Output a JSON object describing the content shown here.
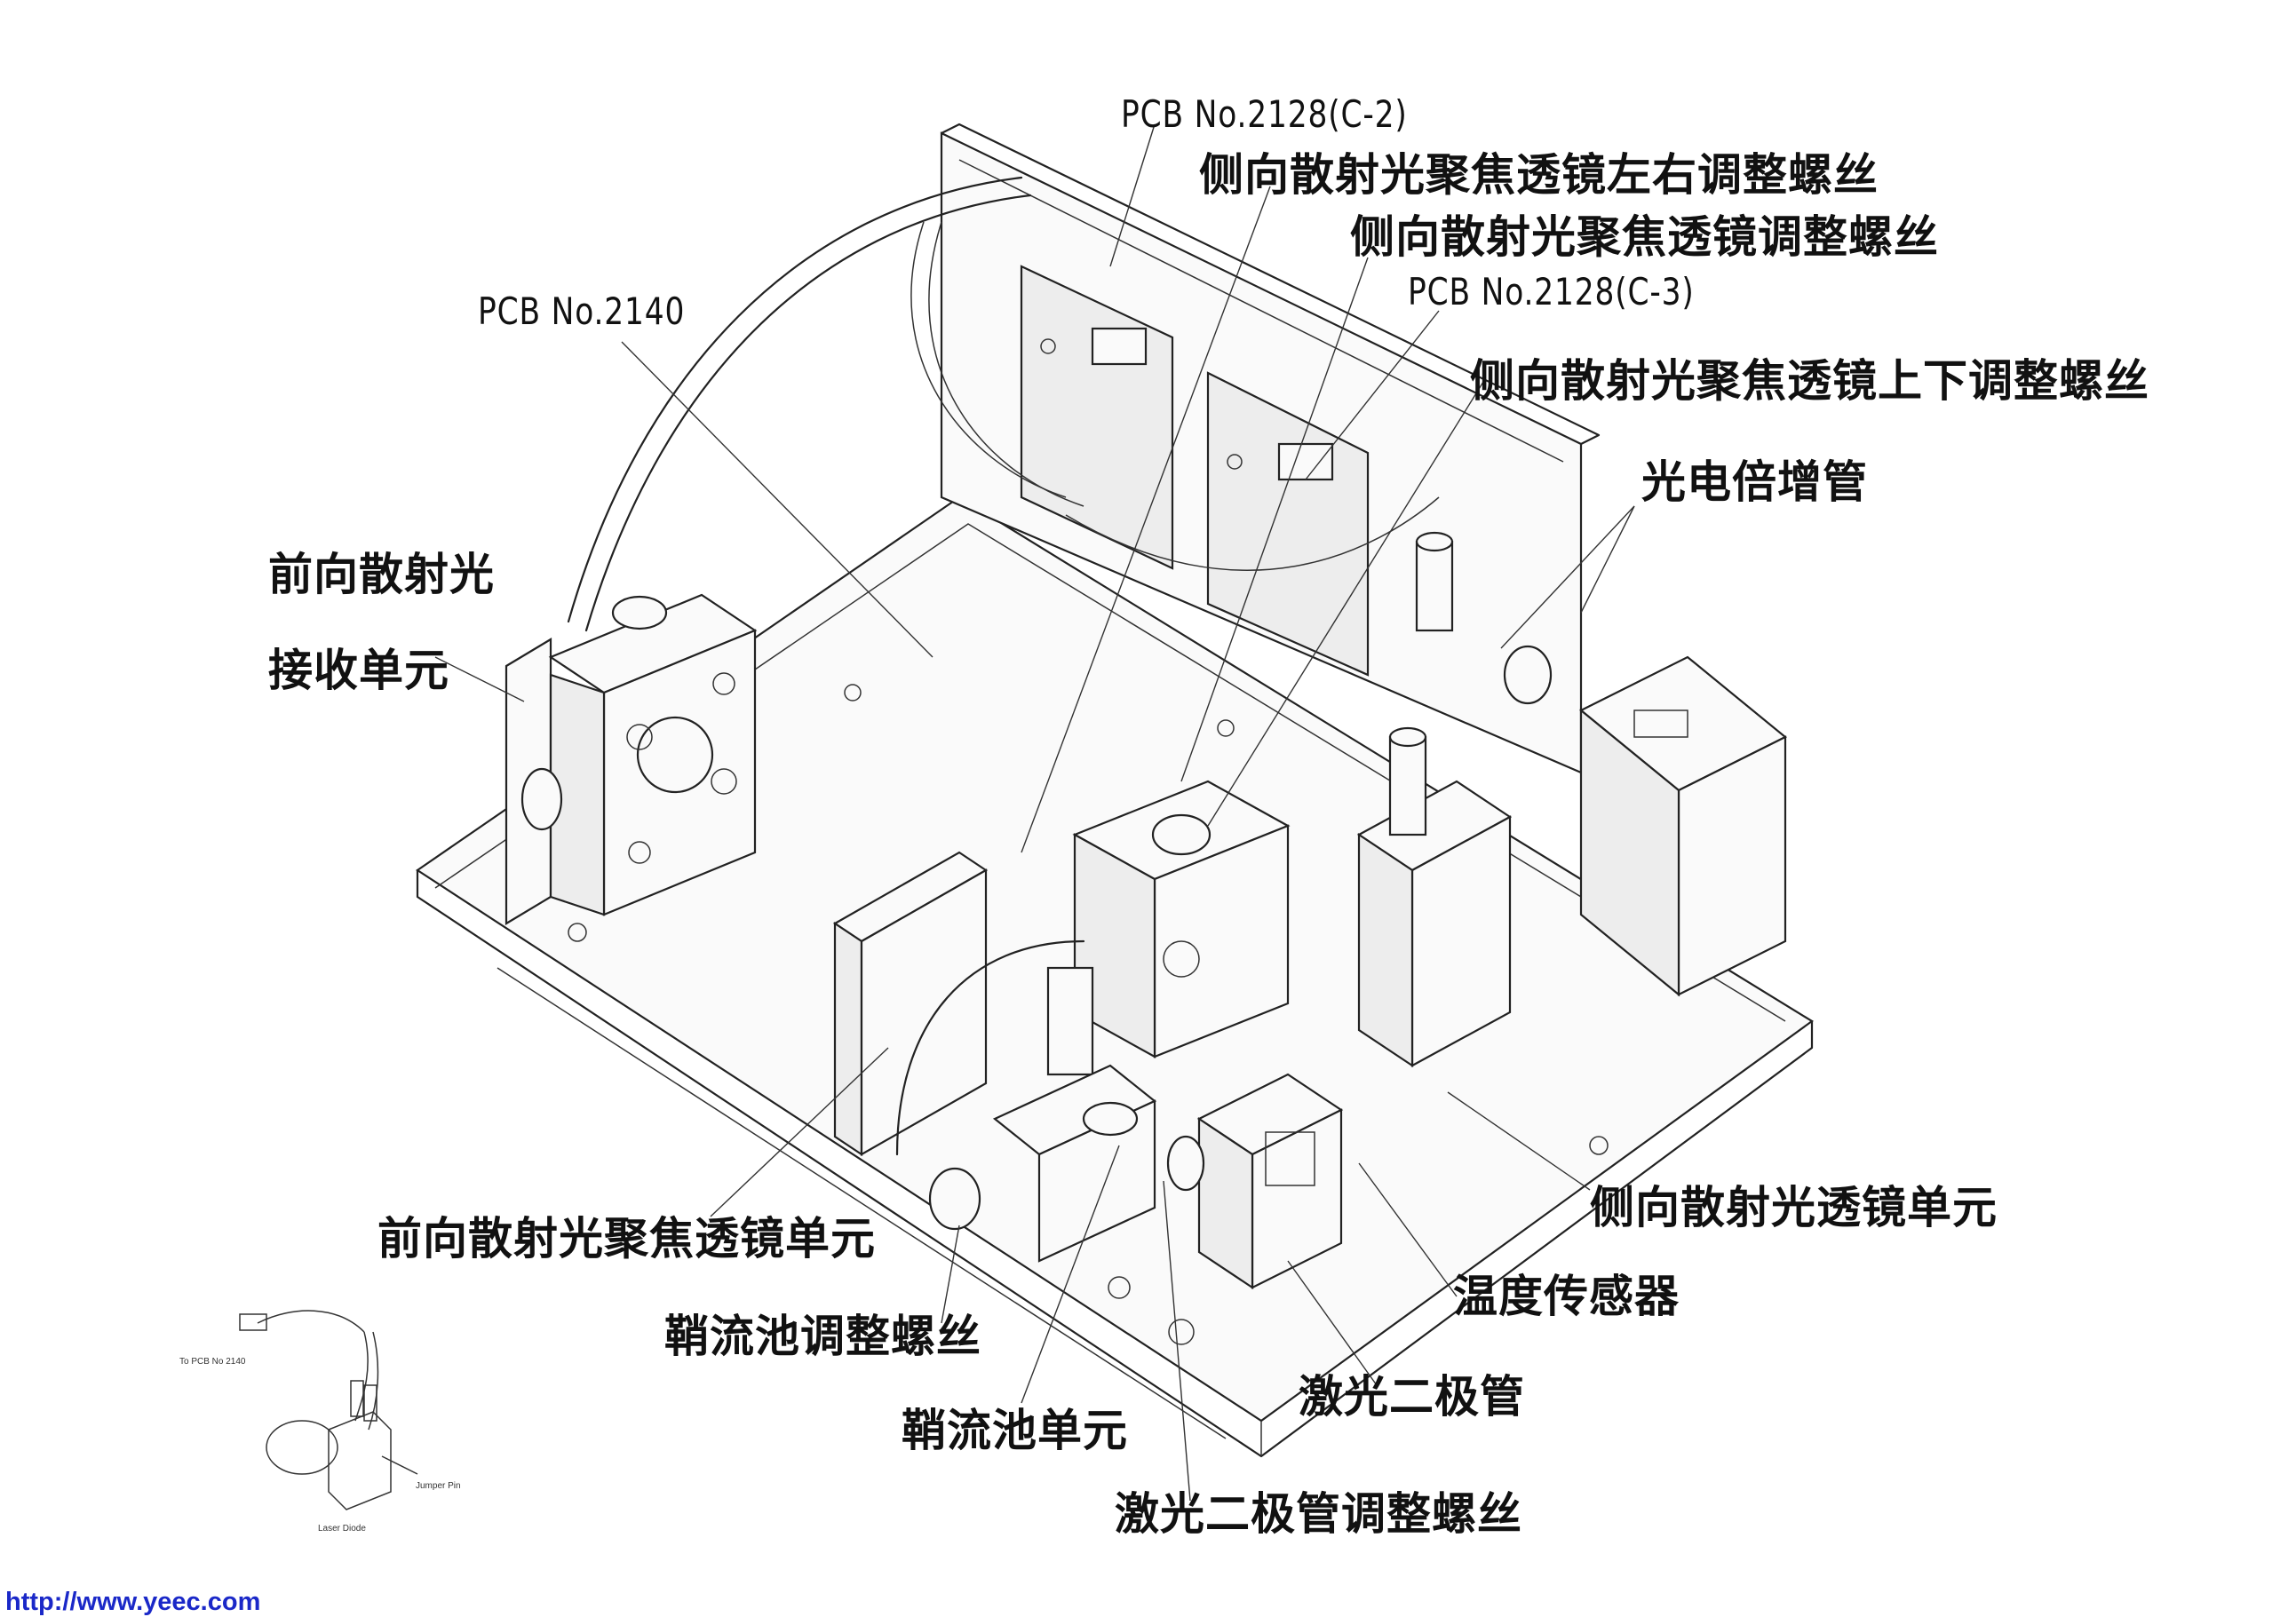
{
  "labels": {
    "pcb_2128_c2": "PCB No.2128(C-2)",
    "side_lens_lr_screw": "侧向散射光聚焦透镜左右调整螺丝",
    "side_lens_screw": "侧向散射光聚焦透镜调整螺丝",
    "pcb_2128_c3": "PCB No.2128(C-3)",
    "pcb_2140": "PCB No.2140",
    "side_lens_ud_screw": "侧向散射光聚焦透镜上下调整螺丝",
    "pmt": "光电倍增管",
    "forward_receiver_1": "前向散射光",
    "forward_receiver_2": "接收单元",
    "forward_lens_unit": "前向散射光聚焦透镜单元",
    "side_lens_unit": "侧向散射光透镜单元",
    "temp_sensor": "温度传感器",
    "sheath_screw": "鞘流池调整螺丝",
    "laser_diode": "激光二极管",
    "sheath_unit": "鞘流池单元",
    "laser_screw": "激光二极管调整螺丝"
  },
  "inset": {
    "to_pcb": "To PCB No 2140",
    "jumper_pin": "Jumper Pin",
    "laser_diode": "Laser Diode"
  },
  "footer": {
    "url": "http://www.yeec.com"
  },
  "colors": {
    "url": "#1a28c8",
    "line": "#222222"
  }
}
